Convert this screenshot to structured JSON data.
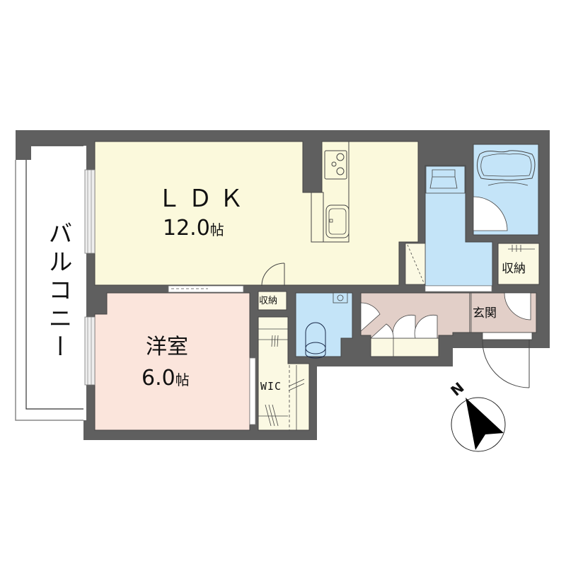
{
  "floorplan": {
    "colors": {
      "wall": "#5f5f5f",
      "ldk": "#fbf9dc",
      "western_room": "#fbe5dc",
      "wet_area": "#c4e4f8",
      "entrance": "#e2cfc8",
      "storage": "#fbf9e3",
      "balcony": "#ffffff",
      "line": "#333333"
    },
    "rooms": {
      "ldk": {
        "name": "ＬＤＫ",
        "size": "12.0",
        "unit": "帖"
      },
      "western": {
        "name": "洋室",
        "size": "6.0",
        "unit": "帖"
      },
      "balcony": {
        "name": "バルコニー"
      },
      "storage_small": {
        "name": "収納"
      },
      "storage_entrance": {
        "name": "収納"
      },
      "wic": {
        "name": "WIC"
      },
      "entrance": {
        "name": "玄関"
      }
    },
    "compass": {
      "label": "N",
      "icon": "north-arrow-icon"
    }
  }
}
